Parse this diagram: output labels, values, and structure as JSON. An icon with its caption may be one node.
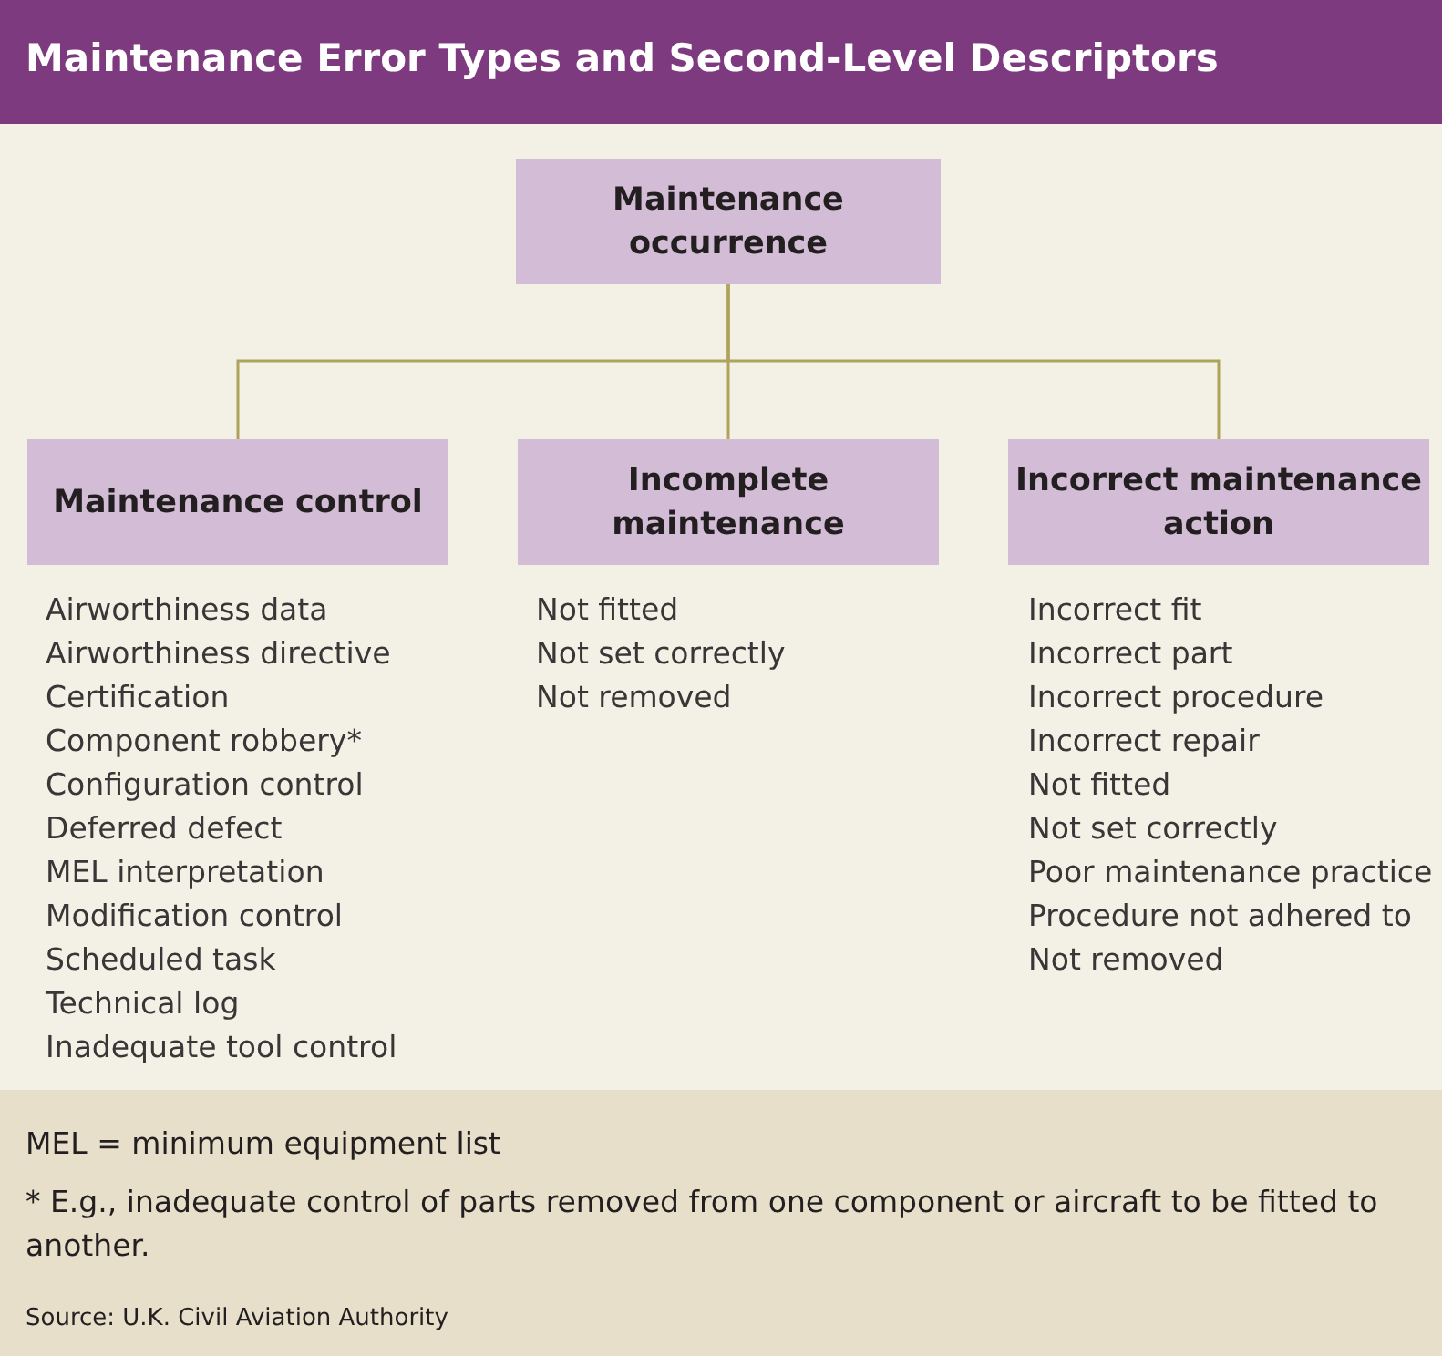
{
  "diagram": {
    "title": "Maintenance Error Types and Second-Level Descriptors",
    "nodes": [
      {
        "text": [
          "Maintenance occurrence"
        ]
      },
      {
        "text": [
          "Maintenance control"
        ],
        "beside": [
          "Airworthiness data",
          "Airworthiness directive",
          "Certification",
          "Component robbery*",
          "Configuration control",
          "Deferred defect",
          "MEL interpretation",
          "Modification control",
          "Scheduled task",
          "Technical log",
          "Inadequate tool control"
        ]
      },
      {
        "text": [
          "Incomplete maintenance"
        ],
        "beside": [
          "Not fitted",
          "Not set correctly",
          "Not removed"
        ]
      },
      {
        "text": [
          "Incorrect maintenance action"
        ],
        "beside": [
          "Incorrect fit",
          "Incorrect part",
          "Incorrect procedure",
          "Incorrect repair",
          "Not fitted",
          "Not set correctly",
          "Poor maintenance practice",
          "Procedure not adhered to",
          "Not removed"
        ]
      }
    ],
    "edges": [
      {
        "from": 0,
        "to": 1,
        "arrow": "none"
      },
      {
        "from": 0,
        "to": 2,
        "arrow": "none"
      },
      {
        "from": 0,
        "to": 3,
        "arrow": "none"
      }
    ],
    "labels": [
      "MEL = minimum equipment list",
      "* E.g., inadequate control of parts removed from one component or aircraft to be fitted to another.",
      "Source: U.K. Civil Aviation Authority"
    ]
  }
}
